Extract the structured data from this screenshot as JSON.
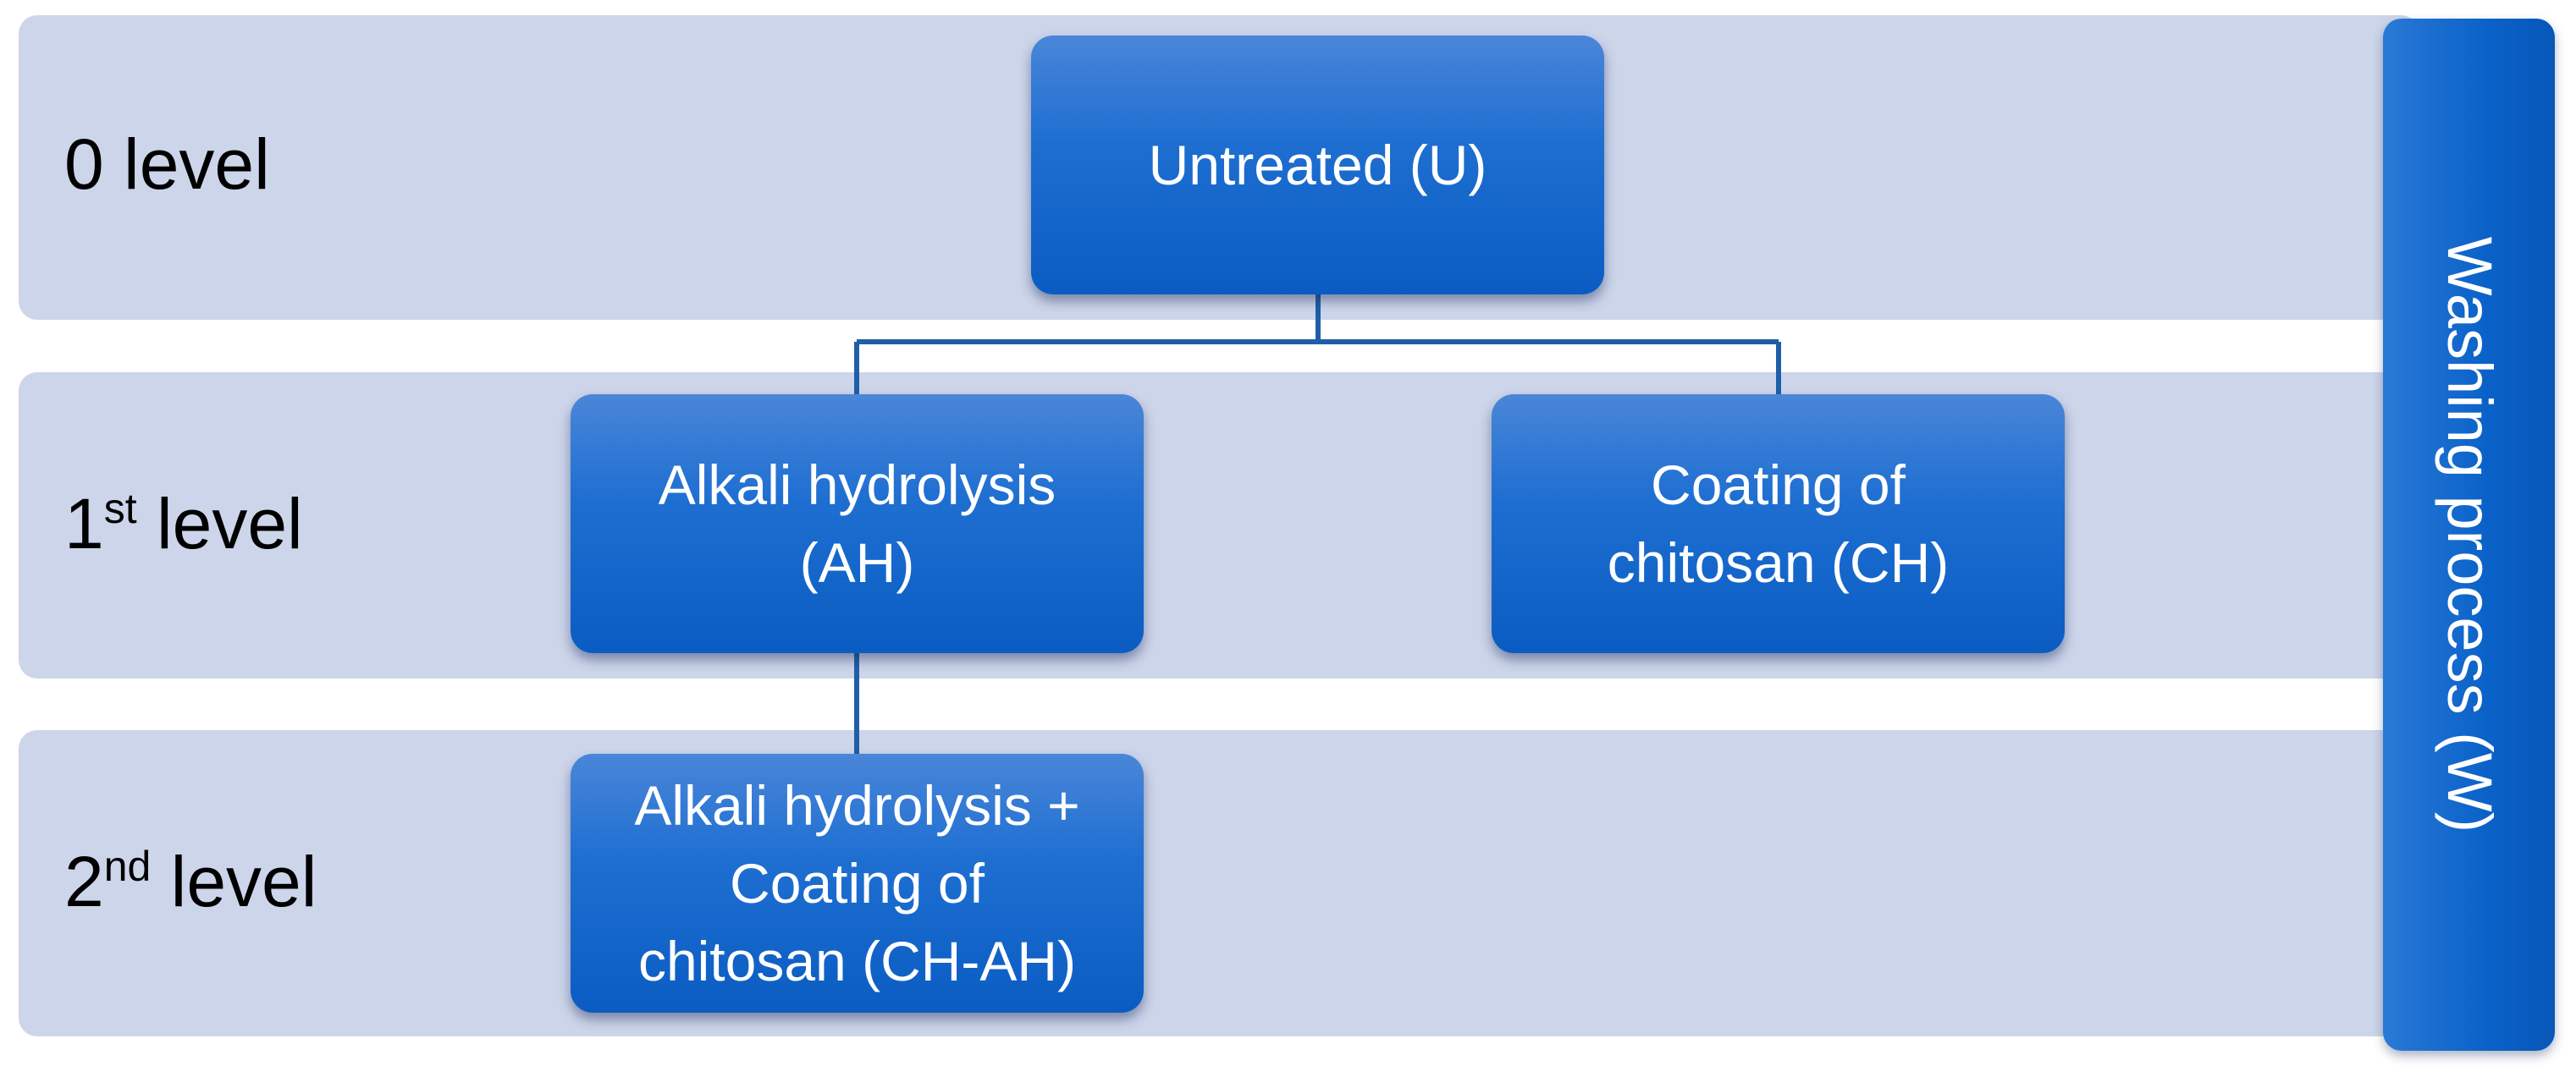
{
  "levels": [
    {
      "main": "0 level",
      "sup": "",
      "rest": ""
    },
    {
      "main": "1",
      "sup": "st",
      "rest": " level"
    },
    {
      "main": "2",
      "sup": "nd",
      "rest": " level"
    }
  ],
  "nodes": {
    "untreated": "Untreated (U)",
    "alkali_hydrolysis": "Alkali hydrolysis\n(AH)",
    "coating_chitosan": "Coating of\nchitosan (CH)",
    "combined": "Alkali hydrolysis +\nCoating of\nchitosan  (CH-AH)"
  },
  "side_label": "Washing process (W)",
  "colors": {
    "band": "#cdd5ea",
    "node": "#1f6fd2",
    "connector": "#1f5fa8",
    "node_text": "#ffffff"
  }
}
